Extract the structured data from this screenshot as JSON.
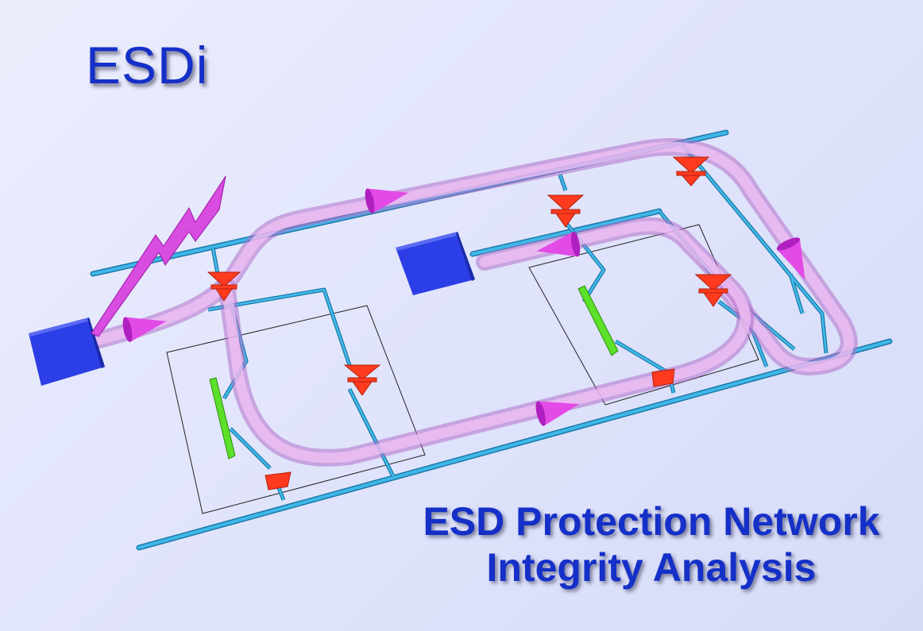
{
  "logo": {
    "text": "ESDi"
  },
  "subtitle": {
    "line1": "ESD Protection Network",
    "line2": "Integrity Analysis"
  },
  "colors": {
    "rail": "#2fa6d8",
    "esd_path": "#e79af2",
    "clamp": "#ff3a1f",
    "pad": "#2c3fe6",
    "lightning": "#d84ce0",
    "device": "#5ce02a",
    "arrow": "#e24be6",
    "text": "#1530c8"
  },
  "icons": [
    "lightning-bolt-icon",
    "esd-arrow-icon",
    "clamp-diode-icon"
  ]
}
